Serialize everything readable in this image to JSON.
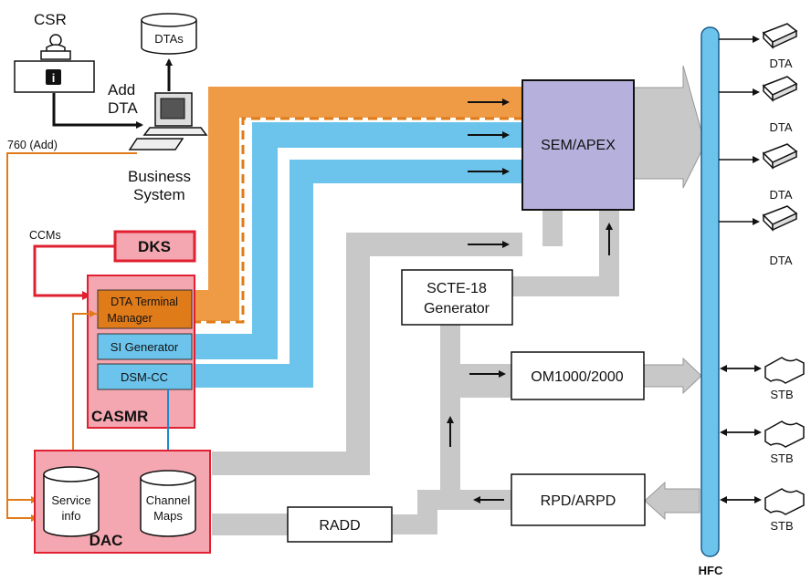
{
  "csr": {
    "label": "CSR"
  },
  "dtas_db": {
    "label": "DTAs"
  },
  "add_dta": {
    "line1": "Add",
    "line2": "DTA"
  },
  "business": {
    "line1": "Business",
    "line2": "System"
  },
  "add760": {
    "label": "760 (Add)"
  },
  "ccms": {
    "label": "CCMs"
  },
  "dks": {
    "label": "DKS"
  },
  "casmr": {
    "label": "CASMR",
    "dta_tm_line1": "DTA Terminal",
    "dta_tm_line2": "Manager",
    "si_gen": "SI Generator",
    "dsmcc": "DSM-CC"
  },
  "dac": {
    "label": "DAC",
    "service_line1": "Service",
    "service_line2": "info",
    "channel_line1": "Channel",
    "channel_line2": "Maps"
  },
  "sem": {
    "label": "SEM/APEX"
  },
  "scte": {
    "line1": "SCTE-18",
    "line2": "Generator"
  },
  "om": {
    "label": "OM1000/2000"
  },
  "rpd": {
    "label": "RPD/ARPD"
  },
  "radd": {
    "label": "RADD"
  },
  "hfc": {
    "label": "HFC"
  },
  "dta_devices": [
    "DTA",
    "DTA",
    "DTA",
    "DTA"
  ],
  "stb_devices": [
    "STB",
    "STB",
    "STB"
  ],
  "colors": {
    "orange": "#ef9a45",
    "orange_dark": "#e07b1a",
    "blue": "#6cc4ec",
    "blue_dark": "#1a8bd0",
    "gray": "#c8c8c8",
    "pink": "#f4a7b0",
    "red": "#e02030",
    "purple": "#b6b0dc"
  }
}
